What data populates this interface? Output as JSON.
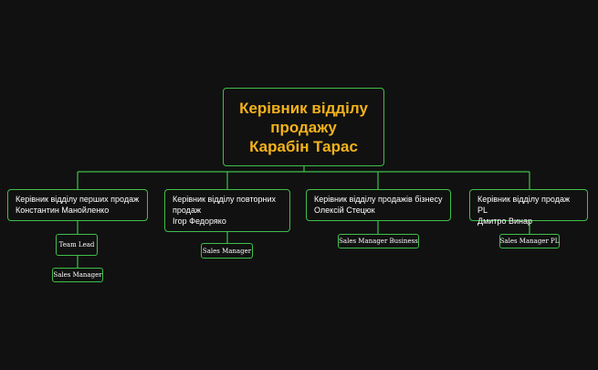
{
  "colors": {
    "background": "#111111",
    "line": "#3fbf4a",
    "root_text": "#f2b21b",
    "text": "#ffffff"
  },
  "root": {
    "title_line1": "Керівник відділу",
    "title_line2": "продажу",
    "name": "Карабін Тарас"
  },
  "heads": [
    {
      "title": "Керівник відділу перших продаж",
      "name": "Константин Манойленко"
    },
    {
      "title_line1": "Керівник відділу повторних",
      "title_line2": "продаж",
      "name": "Ігор Федоряко"
    },
    {
      "title": "Керівник відділу продажів бізнесу",
      "name": "Олексій Стецюк"
    },
    {
      "title": "Керівник відділу продаж PL",
      "name": "Дмитро Винар"
    }
  ],
  "roles": {
    "team_lead": "Team Lead",
    "sales_manager_first": "Sales Manager",
    "sales_manager_repeat": "Sales Manager",
    "sales_manager_business": "Sales Manager Business",
    "sales_manager_pl": "Sales Manager PL"
  }
}
